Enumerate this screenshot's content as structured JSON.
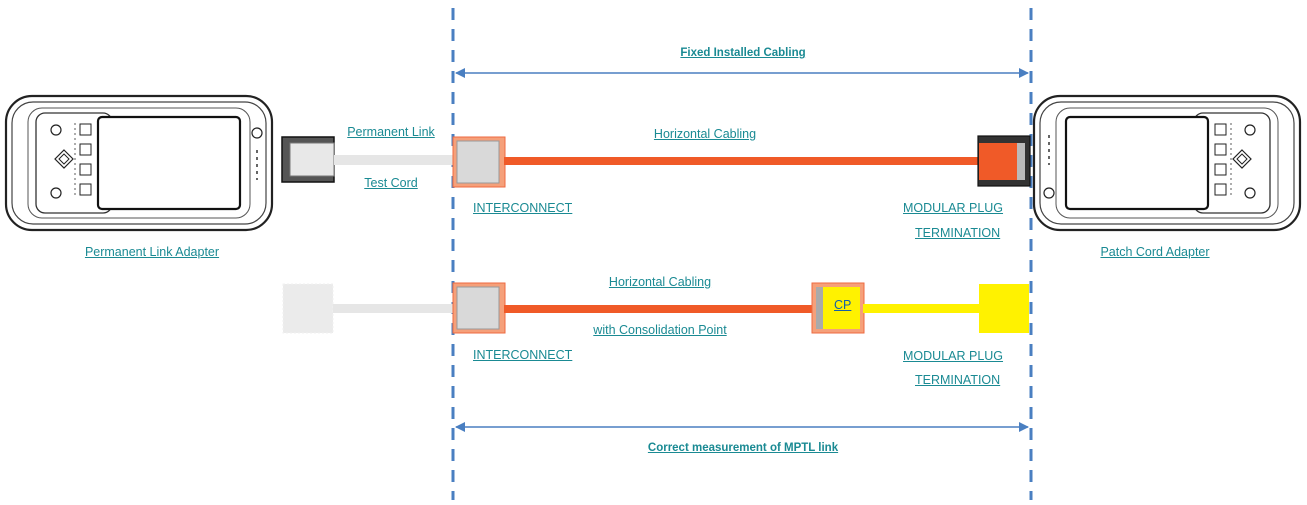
{
  "labels": {
    "fixed_installed": "Fixed Installed Cabling",
    "permanent_link": "Permanent Link",
    "test_cord": "Test Cord",
    "horizontal_cabling_top": "Horizontal Cabling",
    "interconnect_top": "INTERCONNECT",
    "modular_plug_top": "MODULAR PLUG",
    "termination_top": "TERMINATION",
    "permanent_link_adapter": "Permanent Link Adapter",
    "patch_cord_adapter": "Patch Cord Adapter",
    "horizontal_cabling_bottom": "Horizontal Cabling",
    "with_consolidation_point": "with Consolidation Point",
    "cp": "CP",
    "interconnect_bottom": "INTERCONNECT",
    "modular_plug_bottom": "MODULAR PLUG",
    "termination_bottom": "TERMINATION",
    "correct_measurement": "Correct measurement of MPTL link"
  },
  "colors": {
    "arrow_blue": "#4a7fc1",
    "label_teal": "#1a8a93",
    "cable_orange": "#f05a28",
    "cable_yellow": "#fff200",
    "cord_grey": "#e6e6e6",
    "device_outline": "#222222"
  }
}
